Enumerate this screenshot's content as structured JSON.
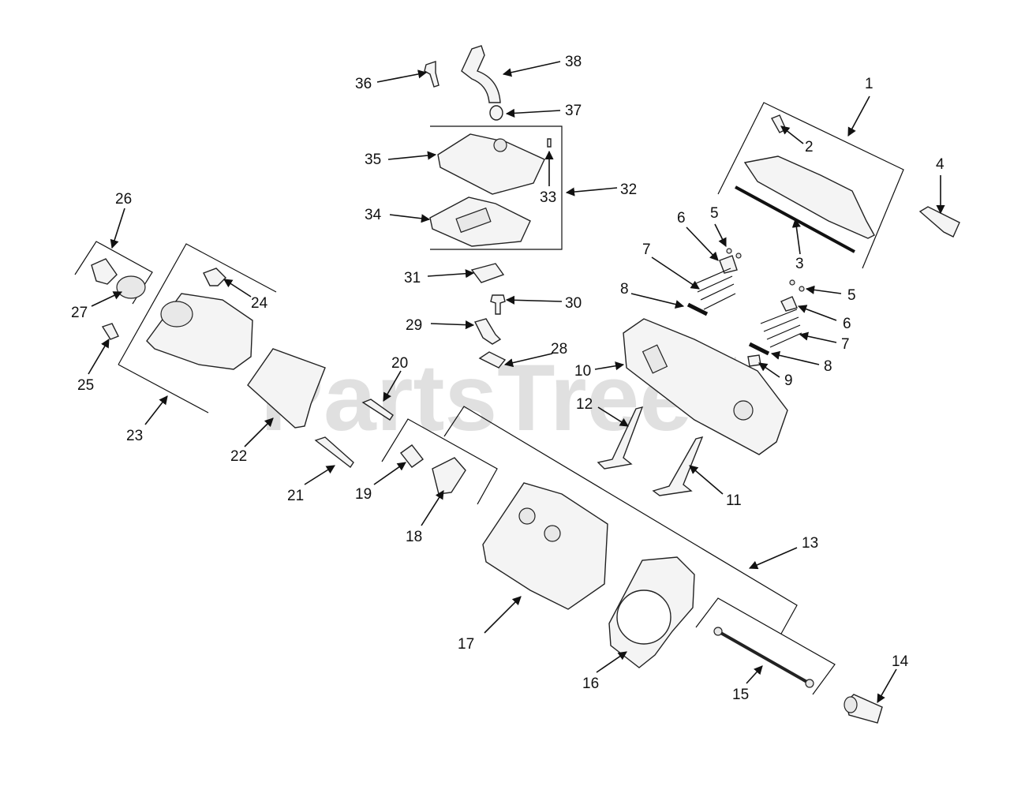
{
  "watermark": {
    "text": "PartsTree",
    "mark": "™"
  },
  "callouts": [
    "1",
    "2",
    "3",
    "4",
    "5",
    "5",
    "6",
    "6",
    "7",
    "7",
    "8",
    "8",
    "9",
    "10",
    "11",
    "12",
    "13",
    "14",
    "15",
    "16",
    "17",
    "18",
    "19",
    "20",
    "21",
    "22",
    "23",
    "24",
    "25",
    "26",
    "27",
    "28",
    "29",
    "30",
    "31",
    "32",
    "33",
    "34",
    "35",
    "36",
    "37",
    "38"
  ]
}
